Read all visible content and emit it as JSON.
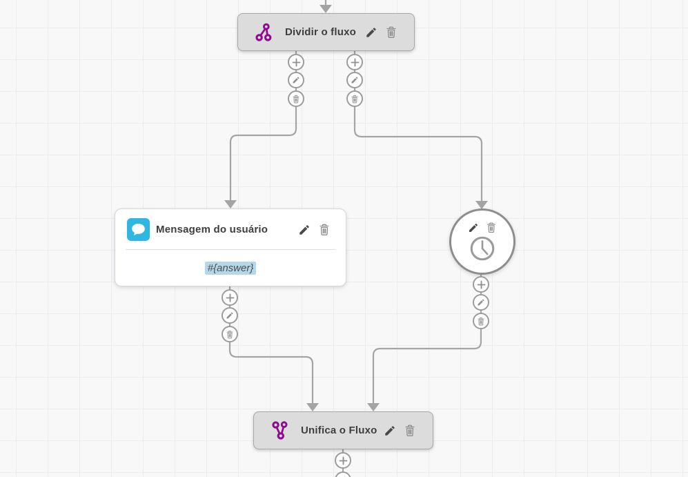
{
  "canvas": {
    "grid": "on",
    "background_color": "#f8f8f9",
    "grid_color": "#e9ecf3"
  },
  "colors": {
    "accent_purple": "#8d0b8f",
    "message_blue": "#2fb7e4",
    "variable_highlight": "#b4d8e9",
    "connector_gray": "#a4a4a4",
    "node_gray_fill": "#dcdcdc"
  },
  "nodes": {
    "split": {
      "title": "Dividir o fluxo",
      "icon": "split-icon"
    },
    "user_message": {
      "title": "Mensagem do usuário",
      "icon": "chat-bubble-icon",
      "body_value": "#{answer}"
    },
    "timer": {
      "icon": "clock-icon"
    },
    "merge": {
      "title": "Unifica o Fluxo",
      "icon": "merge-icon"
    }
  },
  "node_actions": {
    "edit": "pencil-icon",
    "delete": "trash-icon"
  },
  "connector_actions": {
    "add": "plus-icon",
    "edit": "pencil-icon",
    "delete": "trash-icon"
  }
}
